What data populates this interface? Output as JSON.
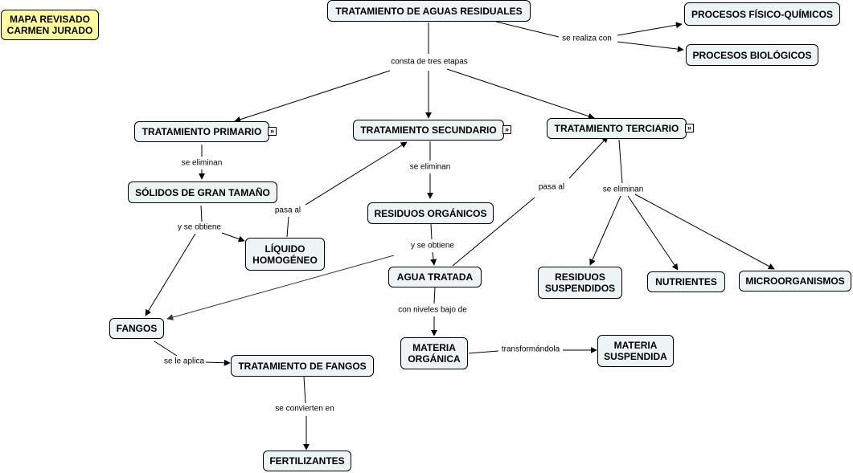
{
  "note": "MAPA REVISADO\nCARMEN JURADO",
  "concepts": {
    "tratamiento": "TRATAMIENTO DE AGUAS RESIDUALES",
    "fisico": "PROCESOS FÍSICO-QUÍMICOS",
    "biologicos": "PROCESOS BIOLÓGICOS",
    "primario": "TRATAMIENTO PRIMARIO",
    "secundario": "TRATAMIENTO SECUNDARIO",
    "terciario": "TRATAMIENTO TERCIARIO",
    "solidos": "SÓLIDOS DE GRAN TAMAÑO",
    "liquido": "LÍQUIDO\nHOMOGÉNEO",
    "residuos_org": "RESIDUOS ORGÁNICOS",
    "agua": "AGUA TRATADA",
    "residuos_susp": "RESIDUOS\nSUSPENDIDOS",
    "nutrientes": "NUTRIENTES",
    "micro": "MICROORGANISMOS",
    "fangos": "FANGOS",
    "materia_org": "MATERIA\nORGÁNICA",
    "materia_susp": "MATERIA\nSUSPENDIDA",
    "trat_fangos": "TRATAMIENTO DE FANGOS",
    "fertilizantes": "FERTILIZANTES"
  },
  "links": {
    "realiza": "se realiza con",
    "consta": "consta de tres etapas",
    "elim1": "se eliminan",
    "elim2": "se eliminan",
    "elim3": "se eliminan",
    "obtiene1": "y se obtiene",
    "obtiene2": "y se obtiene",
    "pasa1": "pasa al",
    "pasa2": "pasa al",
    "niveles": "con niveles bajo de",
    "transform": "transformándola",
    "aplica": "se le aplica",
    "convierten": "se convierten en"
  },
  "expand_glyph": "»"
}
